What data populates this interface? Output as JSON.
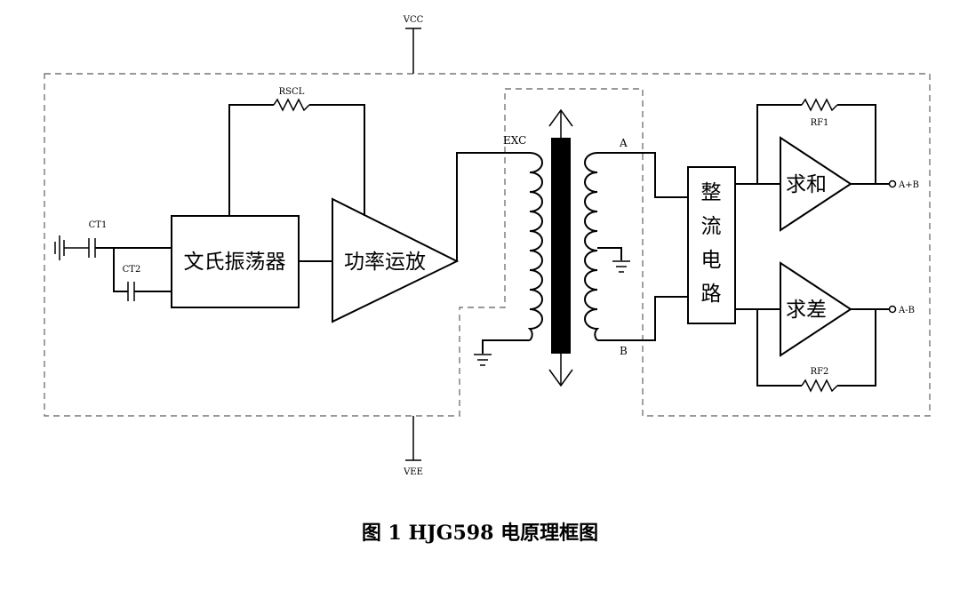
{
  "labels": {
    "vcc": "VCC",
    "vee": "VEE",
    "ct1": "CT1",
    "ct2": "CT2",
    "rscl": "RSCL",
    "exc": "EXC",
    "a": "A",
    "b": "B",
    "rf1": "RF1",
    "rf2": "RF2",
    "out_sum": "A+B",
    "out_diff": "A-B"
  },
  "blocks": {
    "oscillator": "文氏振荡器",
    "power_amp": "功率运放",
    "rectifier": [
      "整",
      "流",
      "电",
      "路"
    ],
    "sum": "求和",
    "diff": "求差"
  },
  "caption": "图 1 HJG598 电原理框图"
}
